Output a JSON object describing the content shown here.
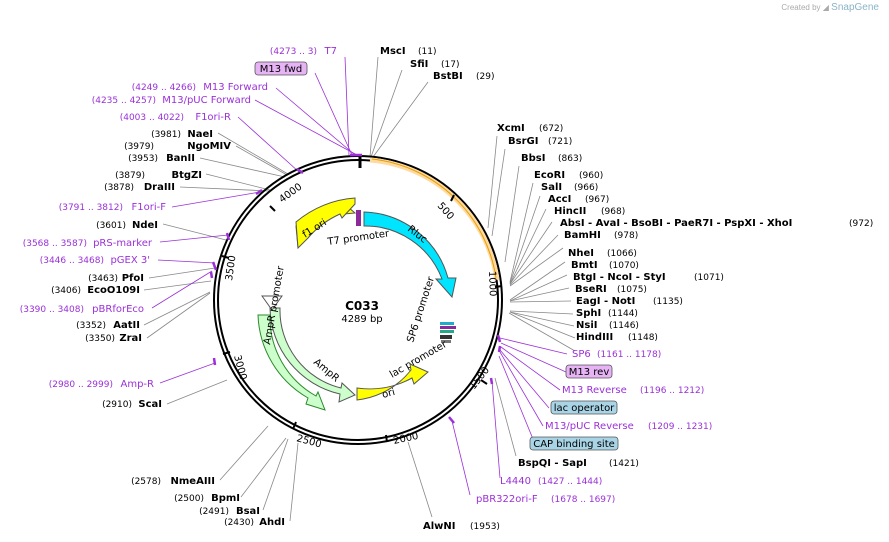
{
  "credit": {
    "prefix": "Created by",
    "brand": "SnapGene"
  },
  "plasmid": {
    "name": "C033",
    "size": "4289 bp",
    "length": 4289
  },
  "colors": {
    "purple": "#9b30d8",
    "rluc": "#00e5ff",
    "yellow": "#ffff00",
    "green": "#ccffcc",
    "orange": "#ffd9a0",
    "box_purple": "#e6b3f5",
    "box_teal": "#a8d4e6"
  },
  "enzymes_left": [
    {
      "name": "NaeI",
      "pos": "(3981)"
    },
    {
      "name": "NgoMIV",
      "pos": "(3979)"
    },
    {
      "name": "BanII",
      "pos": "(3953)"
    },
    {
      "name": "BtgZI",
      "pos": "(3879)"
    },
    {
      "name": "DraIII",
      "pos": "(3878)"
    },
    {
      "name": "NdeI",
      "pos": "(3601)"
    },
    {
      "name": "PfoI",
      "pos": "(3463)"
    },
    {
      "name": "EcoO109I",
      "pos": "(3406)"
    },
    {
      "name": "AatII",
      "pos": "(3352)"
    },
    {
      "name": "ZraI",
      "pos": "(3350)"
    },
    {
      "name": "ScaI",
      "pos": "(2910)"
    },
    {
      "name": "NmeAIII",
      "pos": "(2578)"
    },
    {
      "name": "BpmI",
      "pos": "(2500)"
    },
    {
      "name": "BsaI",
      "pos": "(2491)"
    },
    {
      "name": "AhdI",
      "pos": "(2430)"
    }
  ],
  "enzymes_right": [
    {
      "name": "MscI",
      "pos": "(11)"
    },
    {
      "name": "SfiI",
      "pos": "(17)"
    },
    {
      "name": "BstBI",
      "pos": "(29)"
    },
    {
      "name": "XcmI",
      "pos": "(672)"
    },
    {
      "name": "BsrGI",
      "pos": "(721)"
    },
    {
      "name": "BbsI",
      "pos": "(863)"
    },
    {
      "name": "EcoRI",
      "pos": "(960)"
    },
    {
      "name": "SalI",
      "pos": "(966)"
    },
    {
      "name": "AccI",
      "pos": "(967)"
    },
    {
      "name": "HincII",
      "pos": "(968)"
    },
    {
      "name": "AbsI - AvaI - BsoBI - PaeR7I - PspXI - XhoI",
      "pos": "(972)"
    },
    {
      "name": "BamHI",
      "pos": "(978)"
    },
    {
      "name": "NheI",
      "pos": "(1066)"
    },
    {
      "name": "BmtI",
      "pos": "(1070)"
    },
    {
      "name": "BtgI - NcoI - StyI",
      "pos": "(1071)"
    },
    {
      "name": "BseRI",
      "pos": "(1075)"
    },
    {
      "name": "EagI - NotI",
      "pos": "(1135)"
    },
    {
      "name": "SphI",
      "pos": "(1144)"
    },
    {
      "name": "NsiI",
      "pos": "(1146)"
    },
    {
      "name": "HindIII",
      "pos": "(1148)"
    },
    {
      "name": "BspQI - SapI",
      "pos": "(1421)"
    },
    {
      "name": "AlwNI",
      "pos": "(1953)"
    }
  ],
  "features_left": [
    {
      "name": "T7",
      "pos": "(4273 .. 3)"
    },
    {
      "name": "M13 fwd",
      "pos": ""
    },
    {
      "name": "M13 Forward",
      "pos": "(4249 .. 4266)"
    },
    {
      "name": "M13/pUC Forward",
      "pos": "(4235 .. 4257)"
    },
    {
      "name": "F1ori-R",
      "pos": "(4003 .. 4022)"
    },
    {
      "name": "F1ori-F",
      "pos": "(3791 .. 3812)"
    },
    {
      "name": "pRS-marker",
      "pos": "(3568 .. 3587)"
    },
    {
      "name": "pGEX 3'",
      "pos": "(3446 .. 3468)"
    },
    {
      "name": "pBRforEco",
      "pos": "(3390 .. 3408)"
    },
    {
      "name": "Amp-R",
      "pos": "(2980 .. 2999)"
    }
  ],
  "features_right": [
    {
      "name": "SP6",
      "pos": "(1161 .. 1178)"
    },
    {
      "name": "M13 rev",
      "pos": ""
    },
    {
      "name": "M13 Reverse",
      "pos": "(1196 .. 1212)"
    },
    {
      "name": "lac operator",
      "pos": ""
    },
    {
      "name": "M13/pUC Reverse",
      "pos": "(1209 .. 1231)"
    },
    {
      "name": "CAP binding site",
      "pos": ""
    },
    {
      "name": "L4440",
      "pos": "(1427 .. 1444)"
    },
    {
      "name": "pBR322ori-F",
      "pos": "(1678 .. 1697)"
    }
  ],
  "ticks": [
    "500",
    "1000",
    "1500",
    "2000",
    "2500",
    "3000",
    "3500",
    "4000"
  ],
  "inner": [
    "f1 ori",
    "T7 promoter",
    "Rluc",
    "SP6 promoter",
    "lac promoter",
    "ori",
    "AmpR",
    "AmpR promoter"
  ]
}
